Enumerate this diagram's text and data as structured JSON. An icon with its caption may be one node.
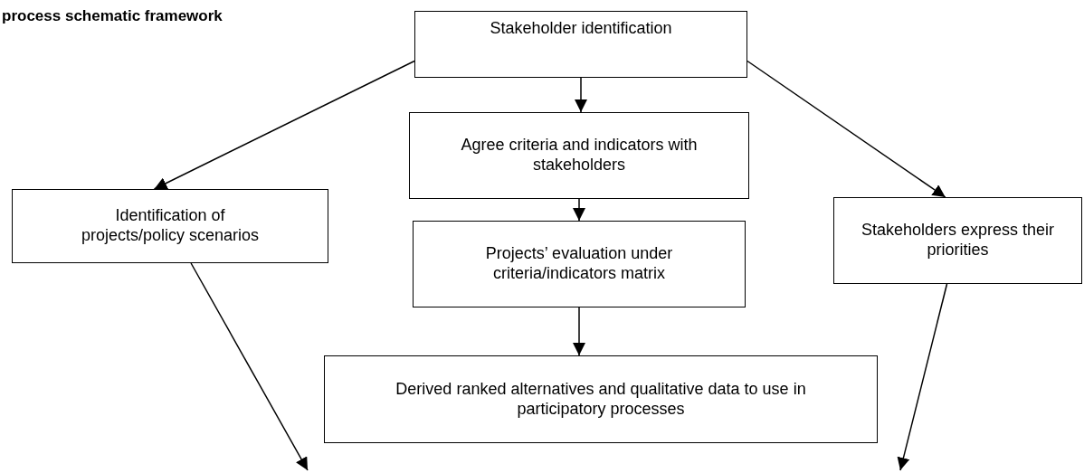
{
  "diagram": {
    "title": "process schematic framework",
    "nodes": [
      {
        "text": [
          "Stakeholder identification"
        ]
      },
      {
        "text": [
          "Agree criteria and indicators with stakeholders"
        ]
      },
      {
        "text": [
          "Identification of projects/policy scenarios"
        ]
      },
      {
        "text": [
          "Projects’ evaluation under criteria/indicators matrix"
        ]
      },
      {
        "text": [
          "Stakeholders express their priorities"
        ]
      },
      {
        "text": [
          "Derived ranked alternatives and qualitative data to use in participatory processes"
        ]
      }
    ],
    "edges": [
      {
        "from": 0,
        "to": 1,
        "arrow": "to"
      },
      {
        "from": 0,
        "to": 2,
        "arrow": "to"
      },
      {
        "from": 0,
        "to": 4,
        "arrow": "to"
      },
      {
        "from": 1,
        "to": 3,
        "arrow": "to"
      },
      {
        "from": 3,
        "to": 5,
        "arrow": "to"
      },
      {
        "from": 2,
        "to": null,
        "arrow": "to"
      },
      {
        "from": 4,
        "to": null,
        "arrow": "to"
      }
    ]
  }
}
